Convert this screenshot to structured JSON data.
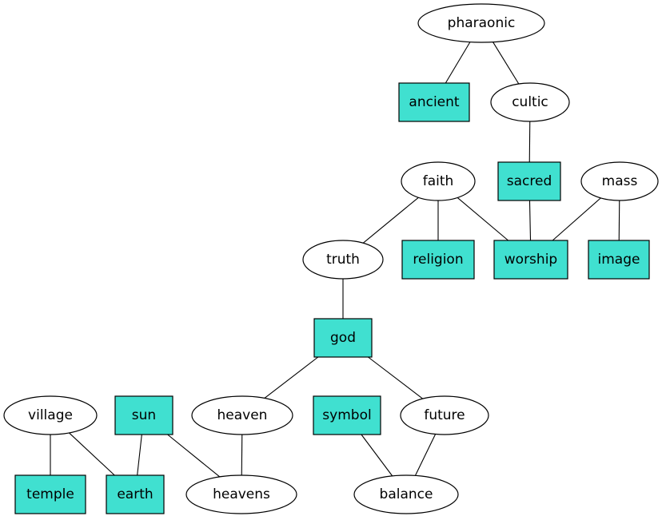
{
  "colors": {
    "box_fill": "#40e0d0",
    "ellipse_fill": "#ffffff",
    "stroke": "#000000"
  },
  "nodes": {
    "pharaonic": {
      "label": "pharaonic",
      "shape": "ellipse"
    },
    "ancient": {
      "label": "ancient",
      "shape": "box"
    },
    "cultic": {
      "label": "cultic",
      "shape": "ellipse"
    },
    "faith": {
      "label": "faith",
      "shape": "ellipse"
    },
    "sacred": {
      "label": "sacred",
      "shape": "box"
    },
    "mass": {
      "label": "mass",
      "shape": "ellipse"
    },
    "truth": {
      "label": "truth",
      "shape": "ellipse"
    },
    "religion": {
      "label": "religion",
      "shape": "box"
    },
    "worship": {
      "label": "worship",
      "shape": "box"
    },
    "image": {
      "label": "image",
      "shape": "box"
    },
    "god": {
      "label": "god",
      "shape": "box"
    },
    "village": {
      "label": "village",
      "shape": "ellipse"
    },
    "sun": {
      "label": "sun",
      "shape": "box"
    },
    "heaven": {
      "label": "heaven",
      "shape": "ellipse"
    },
    "symbol": {
      "label": "symbol",
      "shape": "box"
    },
    "future": {
      "label": "future",
      "shape": "ellipse"
    },
    "temple": {
      "label": "temple",
      "shape": "box"
    },
    "earth": {
      "label": "earth",
      "shape": "box"
    },
    "heavens": {
      "label": "heavens",
      "shape": "ellipse"
    },
    "balance": {
      "label": "balance",
      "shape": "ellipse"
    }
  },
  "edges": [
    [
      "pharaonic",
      "ancient"
    ],
    [
      "pharaonic",
      "cultic"
    ],
    [
      "cultic",
      "sacred"
    ],
    [
      "sacred",
      "worship"
    ],
    [
      "faith",
      "truth"
    ],
    [
      "faith",
      "religion"
    ],
    [
      "faith",
      "worship"
    ],
    [
      "mass",
      "worship"
    ],
    [
      "mass",
      "image"
    ],
    [
      "truth",
      "god"
    ],
    [
      "god",
      "heaven"
    ],
    [
      "god",
      "future"
    ],
    [
      "village",
      "temple"
    ],
    [
      "village",
      "earth"
    ],
    [
      "sun",
      "earth"
    ],
    [
      "sun",
      "heavens"
    ],
    [
      "heaven",
      "heavens"
    ],
    [
      "symbol",
      "balance"
    ],
    [
      "future",
      "balance"
    ]
  ]
}
